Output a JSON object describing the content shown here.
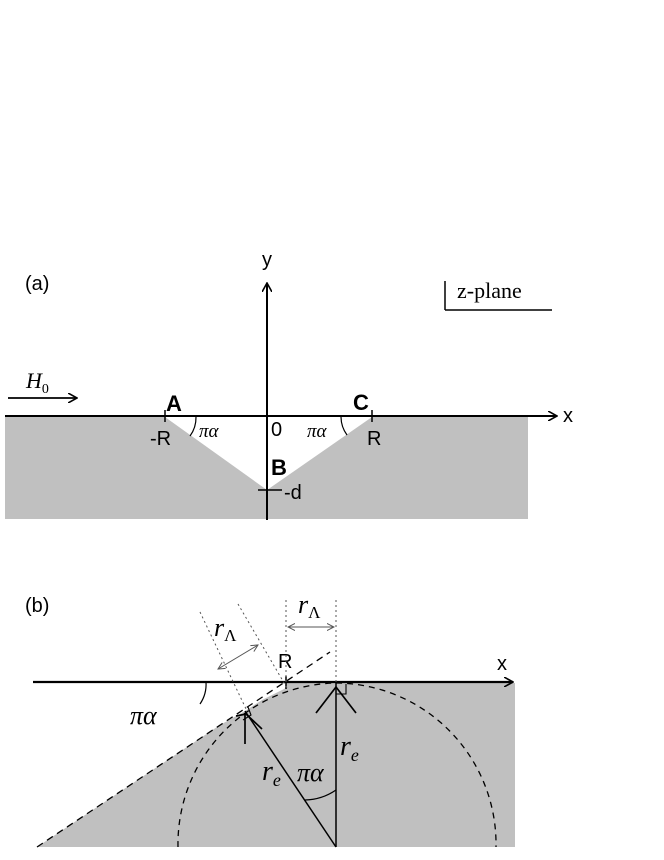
{
  "panel_a": {
    "label": "(a)",
    "plane_label": "z-plane",
    "axis_x": "x",
    "axis_y": "y",
    "field": {
      "symbol": "H",
      "subscript": "0"
    },
    "point_A": "A",
    "point_B": "B",
    "point_C": "C",
    "tick_minus_R": "-R",
    "tick_R": "R",
    "origin": "0",
    "tick_minus_d": "-d",
    "angle_left": "πα",
    "angle_right": "πα"
  },
  "panel_b": {
    "label": "(b)",
    "axis_x": "x",
    "tick_R": "R",
    "r_lambda_symbol": "r",
    "r_lambda_subscript": "Λ",
    "r_e_symbol": "r",
    "r_e_subscript": "e",
    "angle_left": "πα",
    "angle_center": "πα"
  },
  "colors": {
    "fill": "#c0c0c0",
    "ink": "#000000"
  }
}
